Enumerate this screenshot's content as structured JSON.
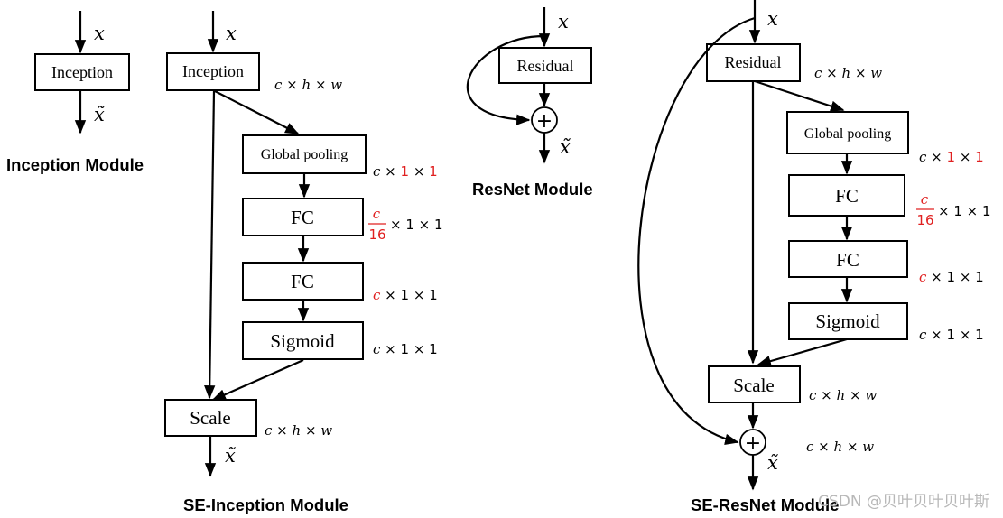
{
  "modules": {
    "inception": {
      "caption": "Inception Module",
      "input": "x",
      "output": "x̃",
      "block": "Inception"
    },
    "se_inception": {
      "caption": "SE-Inception Module",
      "input": "x",
      "output": "x̃",
      "blocks": {
        "inception": "Inception",
        "pool": "Global pooling",
        "fc1": "FC",
        "fc2": "FC",
        "sigmoid": "Sigmoid",
        "scale": "Scale"
      }
    },
    "resnet": {
      "caption": "ResNet Module",
      "input": "x",
      "output": "x̃",
      "block": "Residual"
    },
    "se_resnet": {
      "caption": "SE-ResNet Module",
      "input": "x",
      "output": "x̃",
      "blocks": {
        "residual": "Residual",
        "pool": "Global pooling",
        "fc1": "FC",
        "fc2": "FC",
        "sigmoid": "Sigmoid",
        "scale": "Scale"
      }
    }
  },
  "dims": {
    "chw": "c × h × w",
    "c11": "c × 1 × 1",
    "one": "1",
    "times": "×",
    "c": "c",
    "frac_num": "c",
    "frac_den": "16",
    "x11": "× 1 × 1"
  },
  "watermark": "CSDN @贝叶贝叶贝叶斯"
}
